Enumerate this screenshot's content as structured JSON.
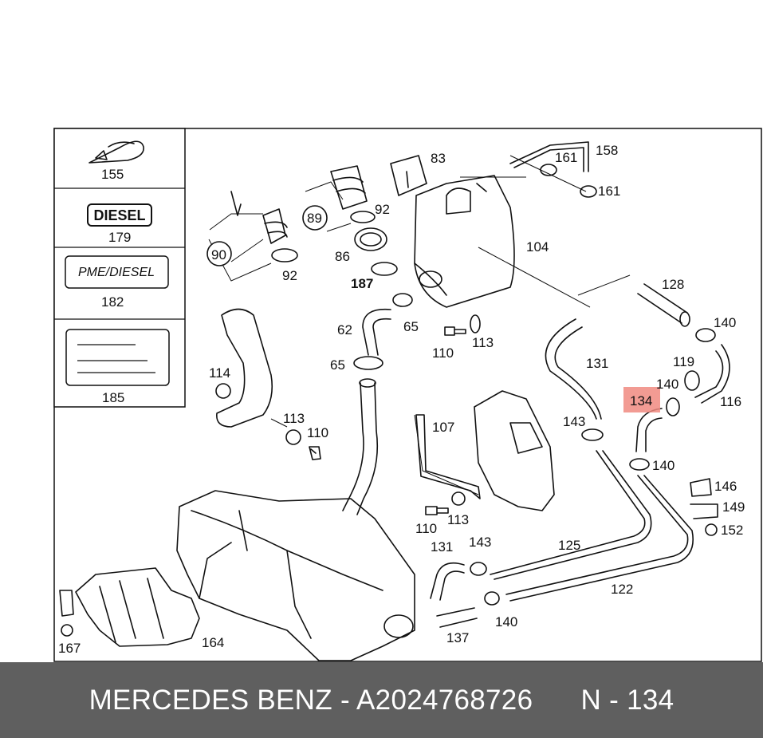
{
  "legend": {
    "items": [
      {
        "number": "155"
      },
      {
        "number": "179",
        "badge": "DIESEL"
      },
      {
        "number": "182",
        "badge": "PME/DIESEL"
      },
      {
        "number": "185"
      }
    ]
  },
  "callouts": [
    {
      "id": "83",
      "text": "83"
    },
    {
      "id": "161a",
      "text": "161"
    },
    {
      "id": "158",
      "text": "158"
    },
    {
      "id": "161b",
      "text": "161"
    },
    {
      "id": "92a",
      "text": "92"
    },
    {
      "id": "89",
      "text": "89"
    },
    {
      "id": "90",
      "text": "90"
    },
    {
      "id": "92b",
      "text": "92"
    },
    {
      "id": "86",
      "text": "86"
    },
    {
      "id": "187",
      "text": "187"
    },
    {
      "id": "104",
      "text": "104"
    },
    {
      "id": "128",
      "text": "128"
    },
    {
      "id": "140a",
      "text": "140"
    },
    {
      "id": "62",
      "text": "62"
    },
    {
      "id": "65a",
      "text": "65"
    },
    {
      "id": "110a",
      "text": "110"
    },
    {
      "id": "113a",
      "text": "113"
    },
    {
      "id": "131a",
      "text": "131"
    },
    {
      "id": "119",
      "text": "119"
    },
    {
      "id": "114",
      "text": "114"
    },
    {
      "id": "65b",
      "text": "65"
    },
    {
      "id": "140b",
      "text": "140"
    },
    {
      "id": "116",
      "text": "116"
    },
    {
      "id": "134",
      "text": "134"
    },
    {
      "id": "113b",
      "text": "113"
    },
    {
      "id": "107",
      "text": "107"
    },
    {
      "id": "143a",
      "text": "143"
    },
    {
      "id": "110b",
      "text": "110"
    },
    {
      "id": "140c",
      "text": "140"
    },
    {
      "id": "146",
      "text": "146"
    },
    {
      "id": "149",
      "text": "149"
    },
    {
      "id": "110c",
      "text": "110"
    },
    {
      "id": "113c",
      "text": "113"
    },
    {
      "id": "152",
      "text": "152"
    },
    {
      "id": "131b",
      "text": "131"
    },
    {
      "id": "143b",
      "text": "143"
    },
    {
      "id": "125",
      "text": "125"
    },
    {
      "id": "122",
      "text": "122"
    },
    {
      "id": "167",
      "text": "167"
    },
    {
      "id": "164",
      "text": "164"
    },
    {
      "id": "140d",
      "text": "140"
    },
    {
      "id": "137",
      "text": "137"
    }
  ],
  "highlight": {
    "part": "134",
    "color": "#f08a80"
  },
  "footer": {
    "brand": "MERCEDES BENZ",
    "separator": "-",
    "part_number": "A2024768726",
    "position": "N - 134"
  },
  "colors": {
    "footer_bg": "#5f5f5f",
    "footer_text": "#ffffff",
    "lines": "#111111"
  }
}
